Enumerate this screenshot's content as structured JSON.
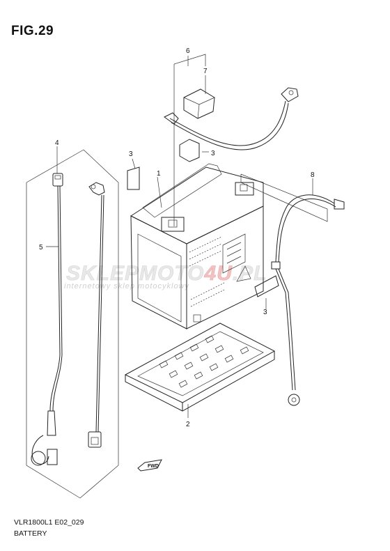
{
  "figure": {
    "title": "FIG.29",
    "code": "VLR1800L1 E02_029",
    "caption": "BATTERY"
  },
  "callouts": {
    "c1": "1",
    "c2": "2",
    "c3a": "3",
    "c3b": "3",
    "c3c": "3",
    "c4": "4",
    "c5": "5",
    "c6": "6",
    "c7": "7",
    "c8": "8"
  },
  "watermark": {
    "main_prefix": "SKLEPMOTO",
    "main_accent": "4U",
    "main_suffix": ".PL",
    "tagline": "internetowy sklep motocyklowy"
  },
  "fwd_label": "FWD"
}
